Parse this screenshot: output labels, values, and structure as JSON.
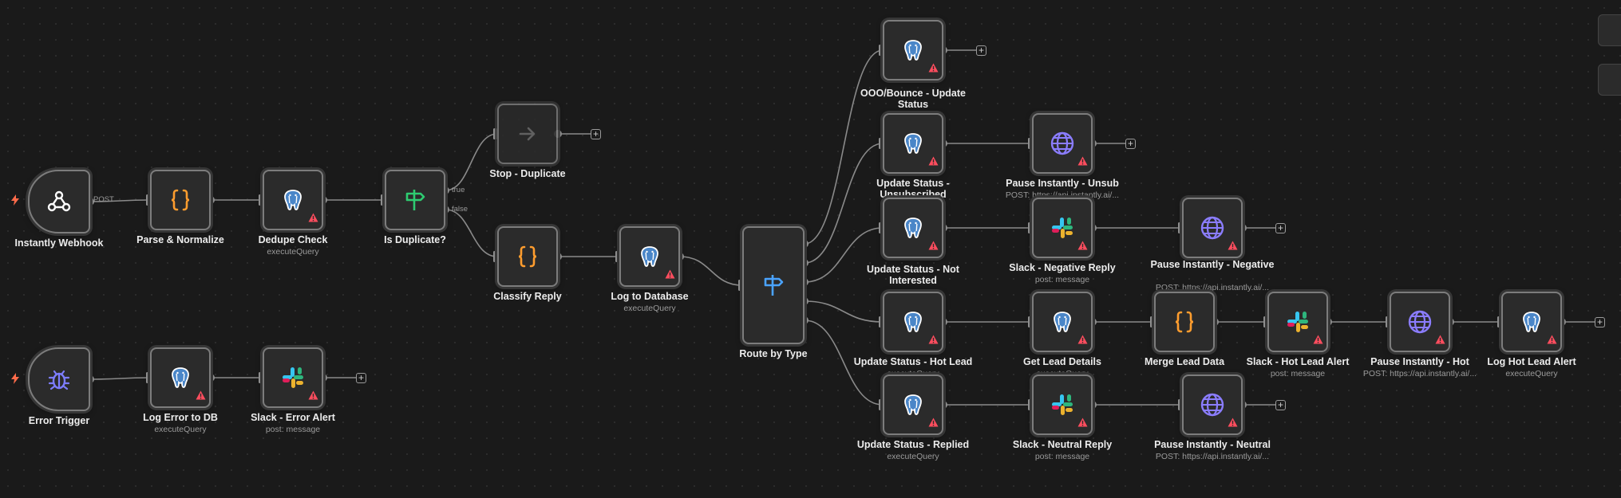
{
  "workflow": {
    "nodes": [
      {
        "id": "webhook",
        "label": "Instantly Webhook",
        "subtitle": "",
        "icon": "webhook-icon",
        "trigger": true
      },
      {
        "id": "parse",
        "label": "Parse & Normalize",
        "subtitle": "",
        "icon": "code-braces-icon"
      },
      {
        "id": "dedupe",
        "label": "Dedupe Check",
        "subtitle": "executeQuery",
        "icon": "postgres-icon",
        "warning": true
      },
      {
        "id": "isdup",
        "label": "Is Duplicate?",
        "subtitle": "",
        "icon": "if-signpost-icon"
      },
      {
        "id": "stopdup",
        "label": "Stop - Duplicate",
        "subtitle": "",
        "icon": "no-op-arrow-icon"
      },
      {
        "id": "classify",
        "label": "Classify Reply",
        "subtitle": "",
        "icon": "code-braces-icon"
      },
      {
        "id": "logdb",
        "label": "Log to Database",
        "subtitle": "executeQuery",
        "icon": "postgres-icon",
        "warning": true
      },
      {
        "id": "route",
        "label": "Route by Type",
        "subtitle": "",
        "icon": "switch-signpost-icon"
      },
      {
        "id": "ooo",
        "label": "OOO/Bounce - Update Status",
        "subtitle": "executeQuery",
        "icon": "postgres-icon",
        "warning": true
      },
      {
        "id": "unsub",
        "label": "Update Status - Unsubscribed",
        "subtitle": "",
        "icon": "postgres-icon",
        "warning": true
      },
      {
        "id": "notint",
        "label": "Update Status - Not Interested",
        "subtitle": "executeQuery",
        "icon": "postgres-icon",
        "warning": true
      },
      {
        "id": "hotlead",
        "label": "Update Status - Hot Lead",
        "subtitle": "executeQuery",
        "icon": "postgres-icon",
        "warning": true
      },
      {
        "id": "replied",
        "label": "Update Status - Replied",
        "subtitle": "executeQuery",
        "icon": "postgres-icon",
        "warning": true
      },
      {
        "id": "pauseunsub",
        "label": "Pause Instantly - Unsub",
        "subtitle": "POST: https://api.instantly.ai/...",
        "icon": "globe-icon",
        "warning": true
      },
      {
        "id": "slackneg",
        "label": "Slack - Negative Reply",
        "subtitle": "post: message",
        "icon": "slack-icon",
        "warning": true
      },
      {
        "id": "pauseneg",
        "label": "Pause Instantly - Negative",
        "subtitle": "POST: https://api.instantly.ai/...",
        "icon": "globe-icon",
        "warning": true
      },
      {
        "id": "getlead",
        "label": "Get Lead Details",
        "subtitle": "executeQuery",
        "icon": "postgres-icon",
        "warning": true
      },
      {
        "id": "merge",
        "label": "Merge Lead Data",
        "subtitle": "",
        "icon": "code-braces-icon"
      },
      {
        "id": "slackhot",
        "label": "Slack - Hot Lead Alert",
        "subtitle": "post: message",
        "icon": "slack-icon",
        "warning": true
      },
      {
        "id": "pausehot",
        "label": "Pause Instantly - Hot",
        "subtitle": "POST: https://api.instantly.ai/...",
        "icon": "globe-icon",
        "warning": true
      },
      {
        "id": "loghot",
        "label": "Log Hot Lead Alert",
        "subtitle": "executeQuery",
        "icon": "postgres-icon",
        "warning": true
      },
      {
        "id": "slackneu",
        "label": "Slack - Neutral Reply",
        "subtitle": "post: message",
        "icon": "slack-icon",
        "warning": true
      },
      {
        "id": "pauseneu",
        "label": "Pause Instantly - Neutral",
        "subtitle": "POST: https://api.instantly.ai/...",
        "icon": "globe-icon",
        "warning": true
      },
      {
        "id": "errtrig",
        "label": "Error Trigger",
        "subtitle": "",
        "icon": "bug-icon",
        "trigger": true
      },
      {
        "id": "logerr",
        "label": "Log Error to DB",
        "subtitle": "executeQuery",
        "icon": "postgres-icon",
        "warning": true
      },
      {
        "id": "slackerr",
        "label": "Slack - Error Alert",
        "subtitle": "post: message",
        "icon": "slack-icon",
        "warning": true
      }
    ],
    "connections": [
      [
        "webhook",
        "parse"
      ],
      [
        "parse",
        "dedupe"
      ],
      [
        "dedupe",
        "isdup"
      ],
      [
        "isdup",
        "stopdup"
      ],
      [
        "isdup",
        "classify"
      ],
      [
        "classify",
        "logdb"
      ],
      [
        "logdb",
        "route"
      ],
      [
        "route",
        "ooo"
      ],
      [
        "route",
        "unsub"
      ],
      [
        "route",
        "notint"
      ],
      [
        "route",
        "hotlead"
      ],
      [
        "route",
        "replied"
      ],
      [
        "unsub",
        "pauseunsub"
      ],
      [
        "notint",
        "slackneg"
      ],
      [
        "slackneg",
        "pauseneg"
      ],
      [
        "hotlead",
        "getlead"
      ],
      [
        "getlead",
        "merge"
      ],
      [
        "merge",
        "slackhot"
      ],
      [
        "slackhot",
        "pausehot"
      ],
      [
        "pausehot",
        "loghot"
      ],
      [
        "replied",
        "slackneu"
      ],
      [
        "slackneu",
        "pauseneu"
      ],
      [
        "errtrig",
        "logerr"
      ],
      [
        "logerr",
        "slackerr"
      ]
    ],
    "handle_labels": {
      "webhook_out": "POST",
      "if_true": "true",
      "if_false": "false"
    }
  },
  "colors": {
    "canvas": "#1a1a1a",
    "node_bg": "#2b2b2b",
    "node_border": "#7c7c7c",
    "edge": "#8a8a8a",
    "code_orange": "#ff9d2e",
    "if_green": "#2ecc71",
    "switch_blue": "#4aa3ff",
    "globe_purple": "#8b7dff",
    "bug_purple": "#7d7dff",
    "postgres_blue": "#5b9bd5",
    "warning_red": "#ff4d5e",
    "trigger_orange": "#ff6b4a"
  }
}
